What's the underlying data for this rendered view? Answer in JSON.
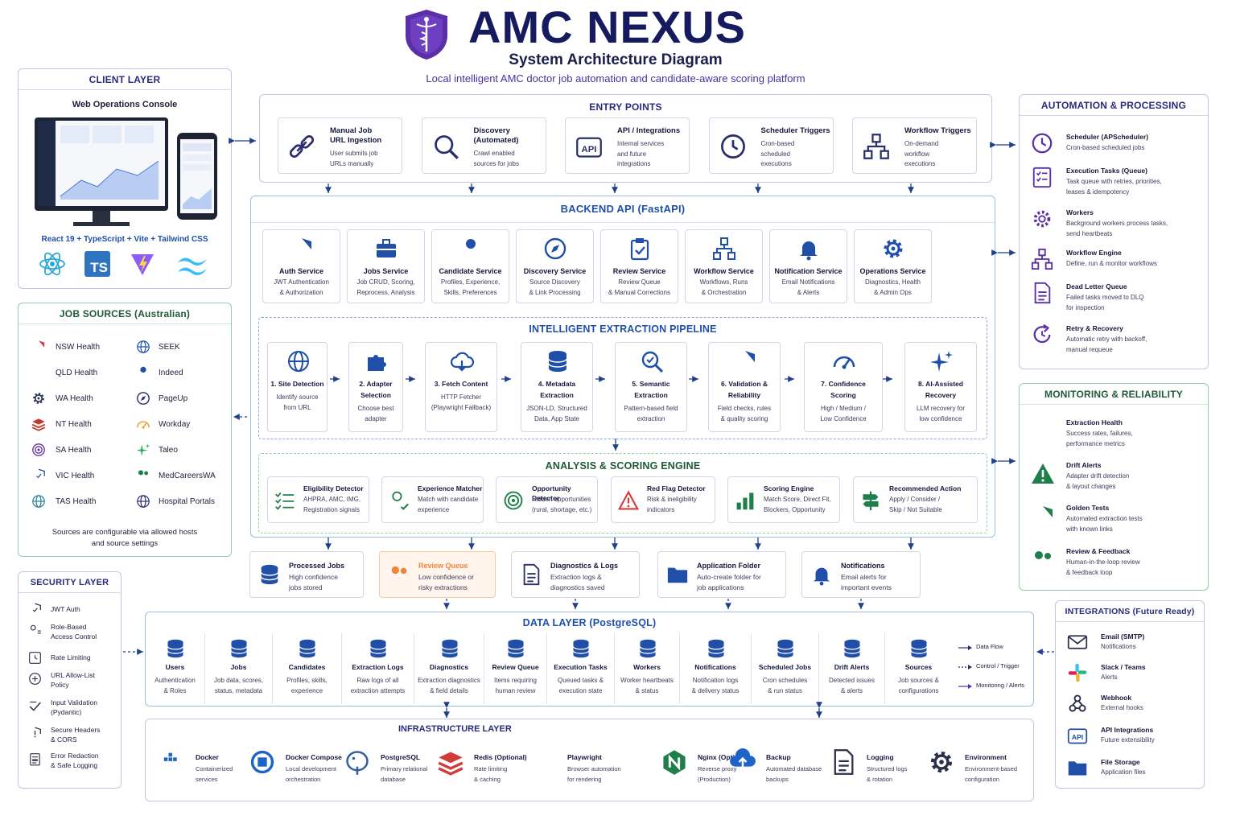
{
  "header": {
    "title": "AMC NEXUS",
    "subtitle": "System Architecture Diagram",
    "tagline": "Local intelligent AMC doctor job automation and candidate-aware scoring platform"
  },
  "client": {
    "title": "CLIENT LAYER",
    "console": "Web Operations Console",
    "stack": "React 19 + TypeScript + Vite + Tailwind CSS",
    "ts_badge": "TS"
  },
  "job_sources": {
    "title": "JOB SOURCES (Australian)",
    "left": [
      "NSW Health",
      "QLD Health",
      "WA Health",
      "NT Health",
      "SA Health",
      "VIC Health",
      "TAS Health"
    ],
    "right": [
      "SEEK",
      "Indeed",
      "PageUp",
      "Workday",
      "Taleo",
      "MedCareersWA",
      "Hospital Portals"
    ],
    "note": [
      "Sources are configurable via allowed hosts",
      "and source settings"
    ]
  },
  "security": {
    "title": "SECURITY LAYER",
    "items": [
      [
        "JWT Auth"
      ],
      [
        "Role-Based",
        "Access Control"
      ],
      [
        "Rate Limiting"
      ],
      [
        "URL Allow-List",
        "Policy"
      ],
      [
        "Input Validation",
        "(Pydantic)"
      ],
      [
        "Secure Headers",
        "& CORS"
      ],
      [
        "Error Redaction",
        "& Safe Logging"
      ]
    ]
  },
  "entry": {
    "title": "ENTRY POINTS",
    "cards": [
      {
        "t": [
          "Manual Job",
          "URL Ingestion"
        ],
        "d": [
          "User submits job",
          "URLs manually"
        ]
      },
      {
        "t": [
          "Discovery",
          "(Automated)"
        ],
        "d": [
          "Crawl enabled",
          "sources for jobs"
        ]
      },
      {
        "t": [
          "API / Integrations"
        ],
        "d": [
          "Internal services",
          "and future",
          "integrations"
        ]
      },
      {
        "t": [
          "Scheduler Triggers"
        ],
        "d": [
          "Cron-based",
          "scheduled",
          "executions"
        ]
      },
      {
        "t": [
          "Workflow Triggers"
        ],
        "d": [
          "On-demand",
          "workflow",
          "executions"
        ]
      }
    ]
  },
  "backend": {
    "title": "BACKEND API (FastAPI)",
    "services": [
      {
        "t": "Auth Service",
        "d": [
          "JWT Authentication",
          "& Authorization"
        ]
      },
      {
        "t": "Jobs Service",
        "d": [
          "Job CRUD, Scoring,",
          "Reprocess, Analysis"
        ]
      },
      {
        "t": "Candidate Service",
        "d": [
          "Profiles, Experience,",
          "Skills, Preferences"
        ]
      },
      {
        "t": "Discovery Service",
        "d": [
          "Source Discovery",
          "& Link Processing"
        ]
      },
      {
        "t": "Review Service",
        "d": [
          "Review Queue",
          "& Manual Corrections"
        ]
      },
      {
        "t": "Workflow Service",
        "d": [
          "Workflows, Runs",
          "& Orchestration"
        ]
      },
      {
        "t": "Notification Service",
        "d": [
          "Email Notifications",
          "& Alerts"
        ]
      },
      {
        "t": "Operations Service",
        "d": [
          "Diagnostics, Health",
          "& Admin Ops"
        ]
      }
    ]
  },
  "pipeline": {
    "title": "INTELLIGENT EXTRACTION PIPELINE",
    "steps": [
      {
        "t": [
          "1. Site Detection"
        ],
        "d": [
          "Identify source",
          "from URL"
        ]
      },
      {
        "t": [
          "2. Adapter",
          "Selection"
        ],
        "d": [
          "Choose best",
          "adapter"
        ]
      },
      {
        "t": [
          "3. Fetch Content"
        ],
        "d": [
          "HTTP Fetcher",
          "(Playwright Fallback)"
        ]
      },
      {
        "t": [
          "4. Metadata",
          "Extraction"
        ],
        "d": [
          "JSON-LD, Structured",
          "Data, App State"
        ]
      },
      {
        "t": [
          "5. Semantic",
          "Extraction"
        ],
        "d": [
          "Pattern-based field",
          "extraction"
        ]
      },
      {
        "t": [
          "6. Validation &",
          "Reliability"
        ],
        "d": [
          "Field checks, rules",
          "& quality scoring"
        ]
      },
      {
        "t": [
          "7. Confidence",
          "Scoring"
        ],
        "d": [
          "High / Medium /",
          "Low Confidence"
        ]
      },
      {
        "t": [
          "8. AI-Assisted",
          "Recovery"
        ],
        "d": [
          "LLM recovery for",
          "low confidence"
        ]
      }
    ]
  },
  "analysis": {
    "title": "ANALYSIS & SCORING ENGINE",
    "cards": [
      {
        "t": "Eligibility Detector",
        "d": [
          "AHPRA, AMC, IMG,",
          "Registration signals"
        ]
      },
      {
        "t": "Experience Matcher",
        "d": [
          "Match with candidate",
          "experience"
        ]
      },
      {
        "t": "Opportunity Detector",
        "d": [
          "Hidden opportunities",
          "(rural, shortage, etc.)"
        ]
      },
      {
        "t": "Red Flag Detector",
        "d": [
          "Risk & ineligibility",
          "indicators"
        ]
      },
      {
        "t": "Scoring Engine",
        "d": [
          "Match Score, Direct Fit,",
          "Blockers, Opportunity"
        ]
      },
      {
        "t": "Recommended Action",
        "d": [
          "Apply / Consider /",
          "Skip / Not Suitable"
        ]
      }
    ]
  },
  "outputs": [
    {
      "t": "Processed Jobs",
      "d": [
        "High confidence",
        "jobs stored"
      ]
    },
    {
      "t": "Review Queue",
      "d": [
        "Low confidence or",
        "risky extractions"
      ]
    },
    {
      "t": "Diagnostics & Logs",
      "d": [
        "Extraction logs &",
        "diagnostics saved"
      ]
    },
    {
      "t": "Application Folder",
      "d": [
        "Auto-create folder for",
        "job applications"
      ]
    },
    {
      "t": "Notifications",
      "d": [
        "Email alerts for",
        "important events"
      ]
    }
  ],
  "data": {
    "title": "DATA LAYER (PostgreSQL)",
    "tables": [
      {
        "t": "Users",
        "d": [
          "Authentication",
          "& Roles"
        ]
      },
      {
        "t": "Jobs",
        "d": [
          "Job data, scores,",
          "status, metadata"
        ]
      },
      {
        "t": "Candidates",
        "d": [
          "Profiles, skills,",
          "experience"
        ]
      },
      {
        "t": "Extraction Logs",
        "d": [
          "Raw logs of all",
          "extraction attempts"
        ]
      },
      {
        "t": "Diagnostics",
        "d": [
          "Extraction diagnostics",
          "& field details"
        ]
      },
      {
        "t": "Review Queue",
        "d": [
          "Items requiring",
          "human review"
        ]
      },
      {
        "t": "Execution Tasks",
        "d": [
          "Queued tasks &",
          "execution state"
        ]
      },
      {
        "t": "Workers",
        "d": [
          "Worker heartbeats",
          "& status"
        ]
      },
      {
        "t": "Notifications",
        "d": [
          "Notification logs",
          "& delivery status"
        ]
      },
      {
        "t": "Scheduled Jobs",
        "d": [
          "Cron schedules",
          "& run status"
        ]
      },
      {
        "t": "Drift Alerts",
        "d": [
          "Detected issues",
          "& alerts"
        ]
      },
      {
        "t": "Sources",
        "d": [
          "Job sources &",
          "configurations"
        ]
      }
    ],
    "legend": [
      "Data Flow",
      "Control / Trigger",
      "Monitoring / Alerts"
    ]
  },
  "infra": {
    "title": "INFRASTRUCTURE LAYER",
    "items": [
      {
        "t": "Docker",
        "d": [
          "Containerized",
          "services"
        ]
      },
      {
        "t": "Docker Compose",
        "d": [
          "Local development",
          "orchestration"
        ]
      },
      {
        "t": "PostgreSQL",
        "d": [
          "Primary relational",
          "database"
        ]
      },
      {
        "t": "Redis (Optional)",
        "d": [
          "Rate limiting",
          "& caching"
        ]
      },
      {
        "t": "Playwright",
        "d": [
          "Browser automation",
          "for rendering"
        ]
      },
      {
        "t": "Nginx (Optional)",
        "d": [
          "Reverse proxy",
          "(Production)"
        ]
      },
      {
        "t": "Backup",
        "d": [
          "Automated database",
          "backups"
        ]
      },
      {
        "t": "Logging",
        "d": [
          "Structured logs",
          "& rotation"
        ]
      },
      {
        "t": "Environment",
        "d": [
          "Environment-based",
          "configuration"
        ]
      }
    ]
  },
  "automation": {
    "title": "AUTOMATION & PROCESSING",
    "items": [
      {
        "t": "Scheduler (APScheduler)",
        "d": [
          "Cron-based scheduled jobs"
        ]
      },
      {
        "t": "Execution Tasks (Queue)",
        "d": [
          "Task queue with retries, priorities,",
          "leases & idempotency"
        ]
      },
      {
        "t": "Workers",
        "d": [
          "Background workers process tasks,",
          "send heartbeats"
        ]
      },
      {
        "t": "Workflow Engine",
        "d": [
          "Define, run & monitor workflows"
        ]
      },
      {
        "t": "Dead Letter Queue",
        "d": [
          "Failed tasks moved to DLQ",
          "for inspection"
        ]
      },
      {
        "t": "Retry & Recovery",
        "d": [
          "Automatic retry with backoff,",
          "manual requeue"
        ]
      }
    ]
  },
  "monitoring": {
    "title": "MONITORING & RELIABILITY",
    "items": [
      {
        "t": "Extraction Health",
        "d": [
          "Success rates, failures,",
          "performance metrics"
        ]
      },
      {
        "t": "Drift Alerts",
        "d": [
          "Adapter drift detection",
          "& layout changes"
        ]
      },
      {
        "t": "Golden Tests",
        "d": [
          "Automated extraction tests",
          "with known links"
        ]
      },
      {
        "t": "Review & Feedback",
        "d": [
          "Human-in-the-loop review",
          "& feedback loop"
        ]
      }
    ]
  },
  "integrations": {
    "title": "INTEGRATIONS (Future Ready)",
    "items": [
      {
        "t": "Email (SMTP)",
        "d": "Notifications"
      },
      {
        "t": "Slack / Teams",
        "d": "Alerts"
      },
      {
        "t": "Webhook",
        "d": "External hooks"
      },
      {
        "t": "API Integrations",
        "d": "Future extensibility"
      },
      {
        "t": "File Storage",
        "d": "Application files"
      }
    ]
  },
  "colors": {
    "navy": "#1b1f6b",
    "purple": "#5a2fa8",
    "accent_blue": "#1f4fa8",
    "green": "#1e7f4a",
    "orange": "#f0843c",
    "red": "#d33a3a"
  }
}
